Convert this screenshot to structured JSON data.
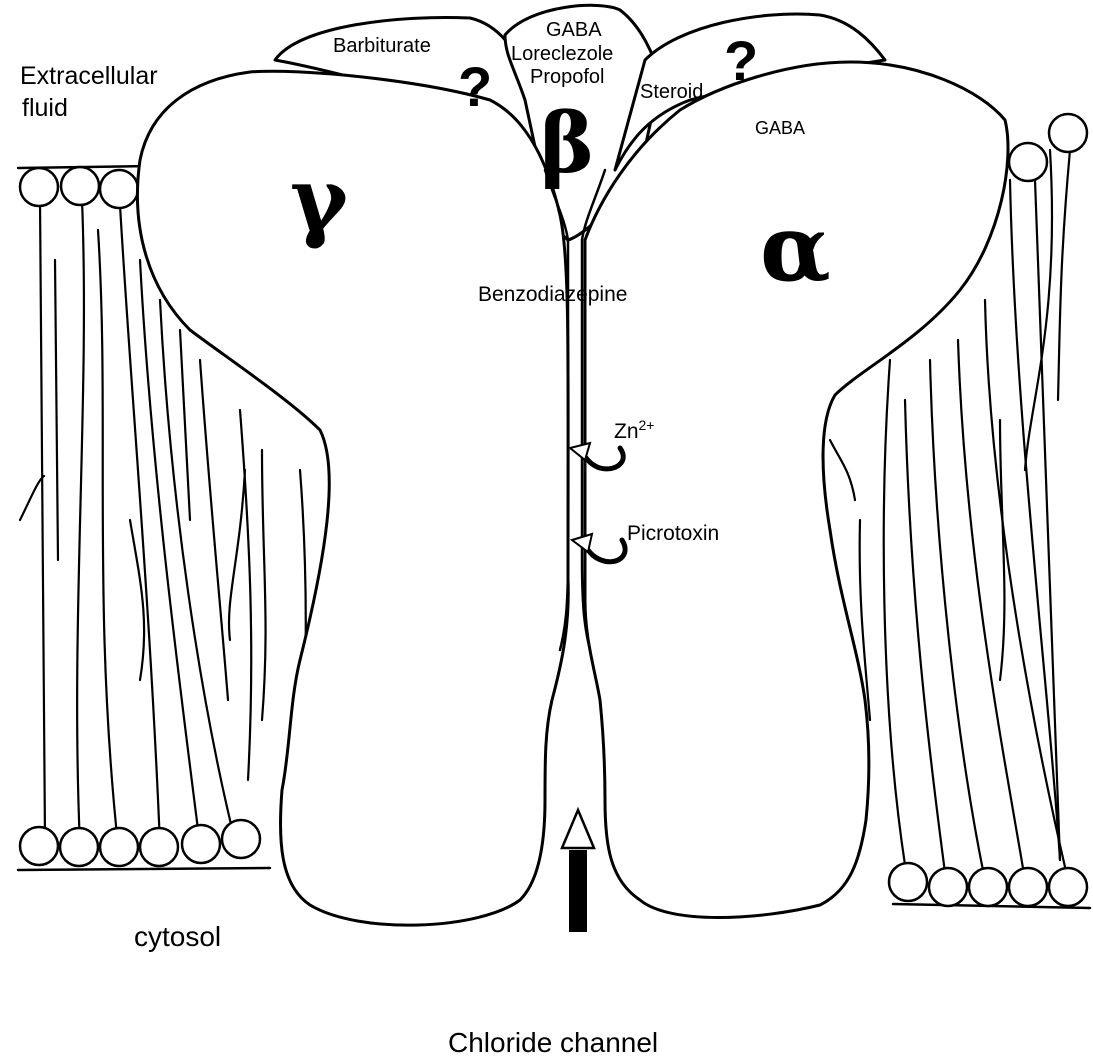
{
  "labels": {
    "extracellular_line1": "Extracellular",
    "extracellular_line2": "fluid",
    "cytosol": "cytosol",
    "chloride_channel": "Chloride channel",
    "barbiturate": "Barbiturate",
    "gaba_top": "GABA",
    "loreclezole": "Loreclezole",
    "propofol": "Propofol",
    "steroid": "Steroid",
    "gaba_alpha": "GABA",
    "benzodiazepine": "Benzodiazepine",
    "zinc_base": "Zn",
    "zinc_charge": "2+",
    "picrotoxin": "Picrotoxin"
  },
  "subunits": {
    "gamma": "γ",
    "beta": "β",
    "alpha": "α"
  },
  "unknown_marks": {
    "left": "?",
    "right": "?"
  }
}
